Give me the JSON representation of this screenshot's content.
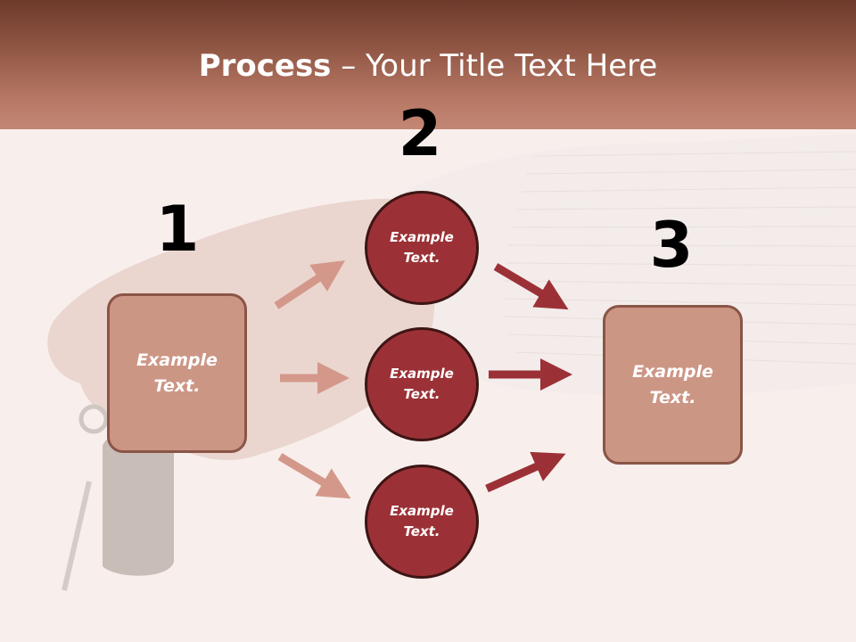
{
  "slide": {
    "title_bold": "Process",
    "title_rest": " – Your Title Text Here"
  },
  "steps": {
    "step1_number": "1",
    "step2_number": "2",
    "step3_number": "3"
  },
  "nodes": {
    "left_box": "Example Text.",
    "circle_top": "Example Text.",
    "circle_middle": "Example Text.",
    "circle_bottom": "Example Text.",
    "right_box": "Example Text."
  },
  "colors": {
    "header": "#8e5442",
    "box_fill": "#cc9685",
    "circle_fill": "#9b3136",
    "arrow_light": "#d4988a",
    "arrow_dark": "#9b3136"
  }
}
